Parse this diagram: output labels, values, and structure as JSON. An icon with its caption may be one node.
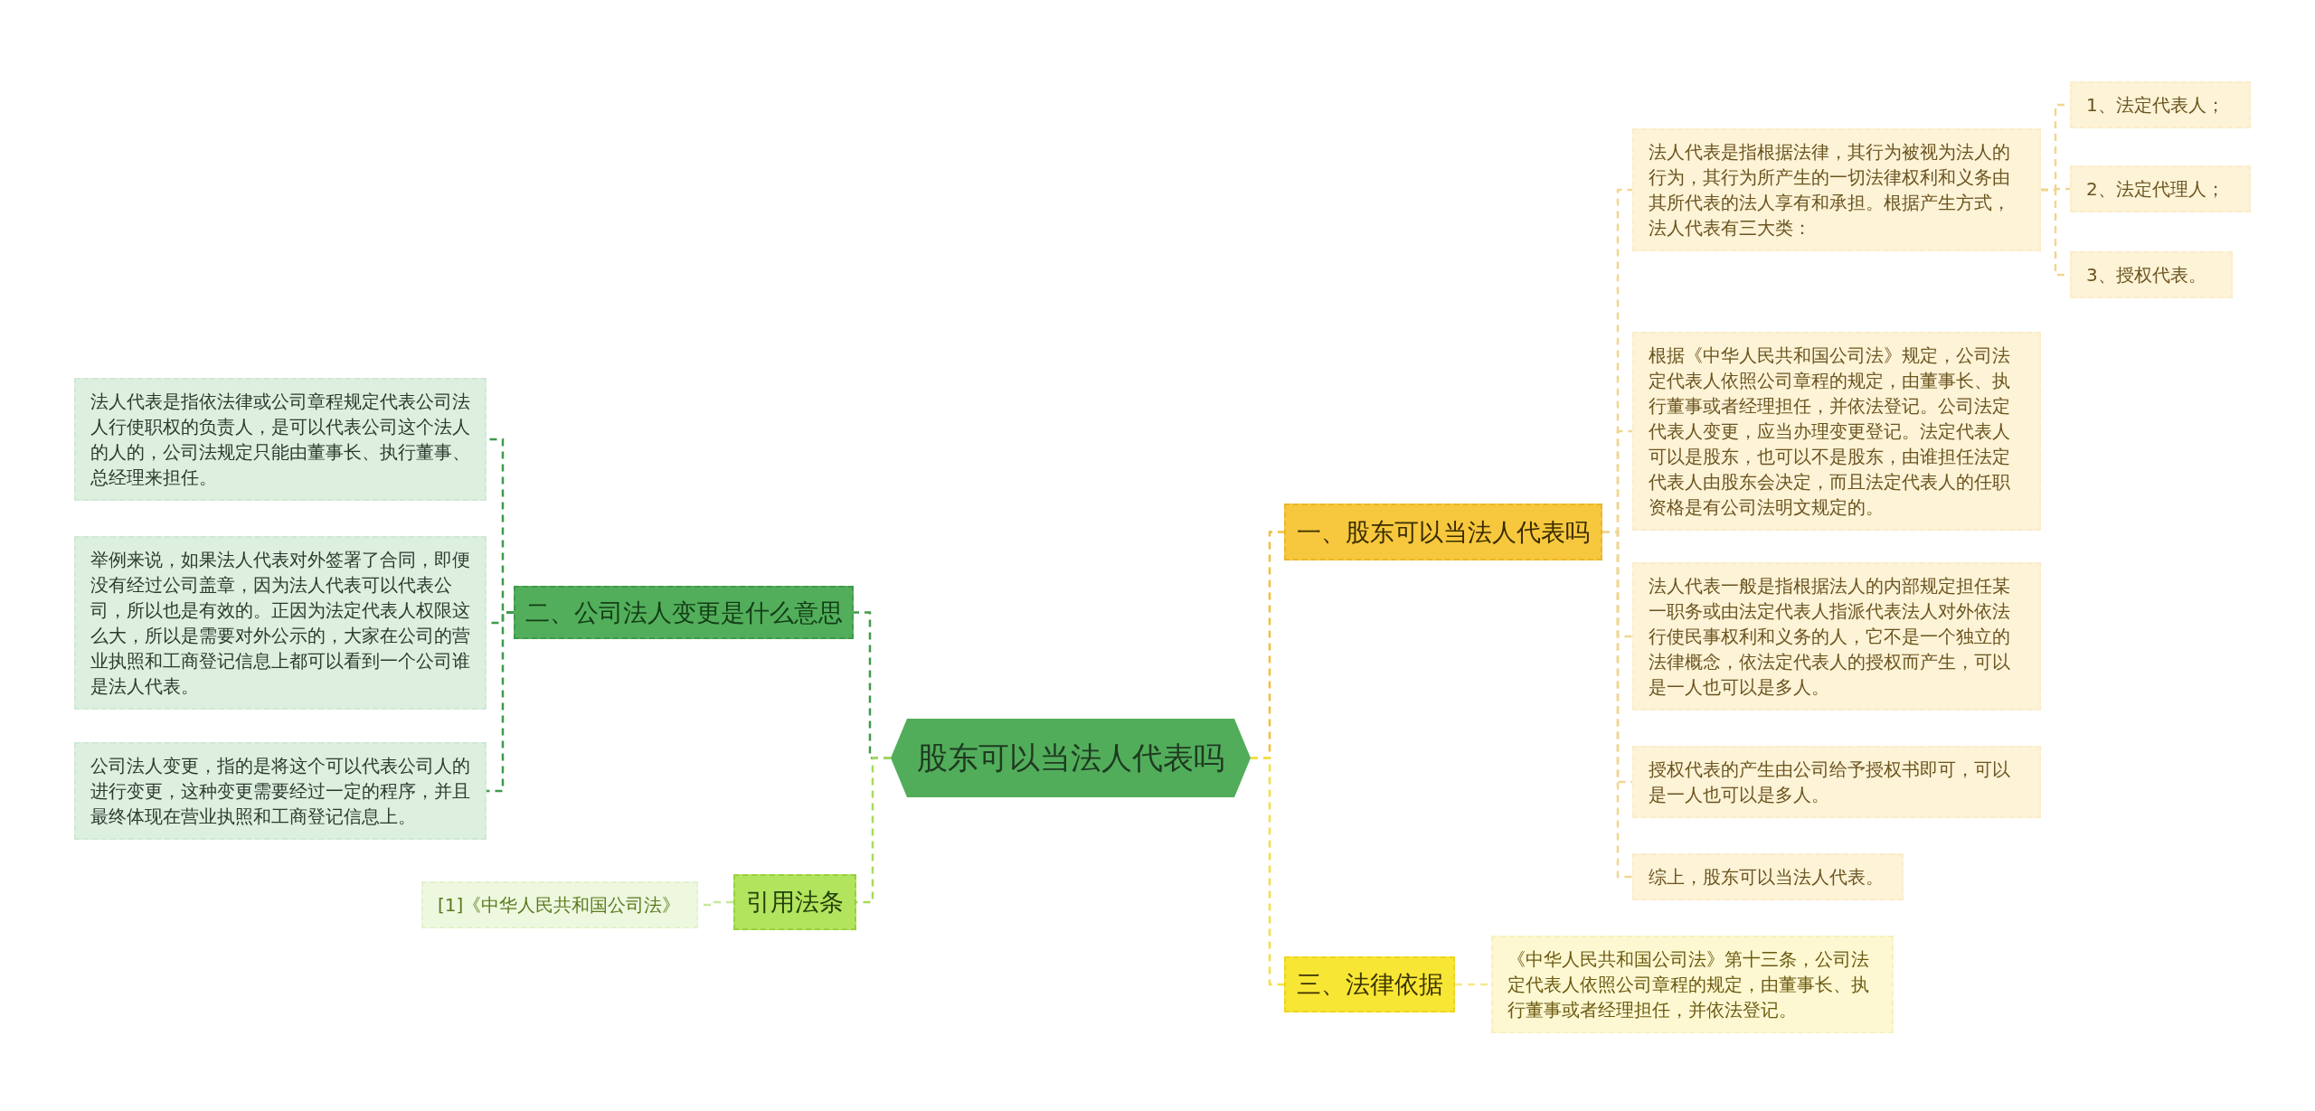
{
  "diagram": {
    "nodes": [
      {
        "text": [
          "股东可以当法人代表吗"
        ]
      },
      {
        "text": [
          "一、股东可以当法人代表吗"
        ]
      },
      {
        "text": [
          "法人代表是指根据法律，其行为被视为法人的行为，其行为所产生的一切法律权利和义务由其所代表的法人享有和承担。根据产生方式，法人代表有三大类："
        ]
      },
      {
        "text": [
          "根据《中华人民共和国公司法》规定，公司法定代表人依照公司章程的规定，由董事长、执行董事或者经理担任，并依法登记。公司法定代表人变更，应当办理变更登记。法定代表人可以是股东，也可以不是股东，由谁担任法定代表人由股东会决定，而且法定代表人的任职资格是有公司法明文规定的。"
        ]
      },
      {
        "text": [
          "法人代表一般是指根据法人的内部规定担任某一职务或由法定代表人指派代表法人对外依法行使民事权利和义务的人，它不是一个独立的法律概念，依法定代表人的授权而产生，可以是一人也可以是多人。"
        ]
      },
      {
        "text": [
          "授权代表的产生由公司给予授权书即可，可以是一人也可以是多人。"
        ]
      },
      {
        "text": [
          "综上，股东可以当法人代表。"
        ]
      },
      {
        "text": [
          "1、法定代表人；"
        ]
      },
      {
        "text": [
          "2、法定代理人；"
        ]
      },
      {
        "text": [
          "3、授权代表。"
        ]
      },
      {
        "text": [
          "三、法律依据"
        ]
      },
      {
        "text": [
          "《中华人民共和国公司法》第十三条，公司法定代表人依照公司章程的规定，由董事长、执行董事或者经理担任，并依法登记。"
        ]
      },
      {
        "text": [
          "二、公司法人变更是什么意思"
        ]
      },
      {
        "text": [
          "法人代表是指依法律或公司章程规定代表公司法人行使职权的负责人，是可以代表公司这个法人的人的，公司法规定只能由董事长、执行董事、总经理来担任。"
        ]
      },
      {
        "text": [
          "举例来说，如果法人代表对外签署了合同，即便没有经过公司盖章，因为法人代表可以代表公司，所以也是有效的。正因为法定代表人权限这么大，所以是需要对外公示的，大家在公司的营业执照和工商登记信息上都可以看到一个公司谁是法人代表。"
        ]
      },
      {
        "text": [
          "公司法人变更，指的是将这个可以代表公司人的进行变更，这种变更需要经过一定的程序，并且最终体现在营业执照和工商登记信息上。"
        ]
      },
      {
        "text": [
          "引用法条"
        ]
      },
      {
        "text": [
          "[1]《中华人民共和国公司法》"
        ]
      }
    ],
    "edges": [
      {
        "from": 0,
        "to": 1,
        "arrow": "none",
        "style": "dashed",
        "color": "#f2c035"
      },
      {
        "from": 1,
        "to": 2,
        "arrow": "none",
        "style": "dashed",
        "color": "#f0d690"
      },
      {
        "from": 1,
        "to": 3,
        "arrow": "none",
        "style": "dashed",
        "color": "#f0d690"
      },
      {
        "from": 1,
        "to": 4,
        "arrow": "none",
        "style": "dashed",
        "color": "#f0d690"
      },
      {
        "from": 1,
        "to": 5,
        "arrow": "none",
        "style": "dashed",
        "color": "#f0d690"
      },
      {
        "from": 1,
        "to": 6,
        "arrow": "none",
        "style": "dashed",
        "color": "#f0d690"
      },
      {
        "from": 2,
        "to": 7,
        "arrow": "none",
        "style": "dashed",
        "color": "#f0d690"
      },
      {
        "from": 2,
        "to": 8,
        "arrow": "none",
        "style": "dashed",
        "color": "#f0d690"
      },
      {
        "from": 2,
        "to": 9,
        "arrow": "none",
        "style": "dashed",
        "color": "#f0d690"
      },
      {
        "from": 0,
        "to": 10,
        "arrow": "none",
        "style": "dashed",
        "color": "#f5e040"
      },
      {
        "from": 10,
        "to": 11,
        "arrow": "none",
        "style": "dashed",
        "color": "#f5e88a"
      },
      {
        "from": 0,
        "to": 12,
        "arrow": "none",
        "style": "dashed",
        "color": "#3f9a4a"
      },
      {
        "from": 12,
        "to": 13,
        "arrow": "none",
        "style": "dashed",
        "color": "#3f9a4a"
      },
      {
        "from": 12,
        "to": 14,
        "arrow": "none",
        "style": "dashed",
        "color": "#3f9a4a"
      },
      {
        "from": 12,
        "to": 15,
        "arrow": "none",
        "style": "dashed",
        "color": "#3f9a4a"
      },
      {
        "from": 0,
        "to": 16,
        "arrow": "none",
        "style": "dashed",
        "color": "#a8dc5c"
      },
      {
        "from": 16,
        "to": 17,
        "arrow": "none",
        "style": "dashed",
        "color": "#c4e89a"
      }
    ]
  }
}
